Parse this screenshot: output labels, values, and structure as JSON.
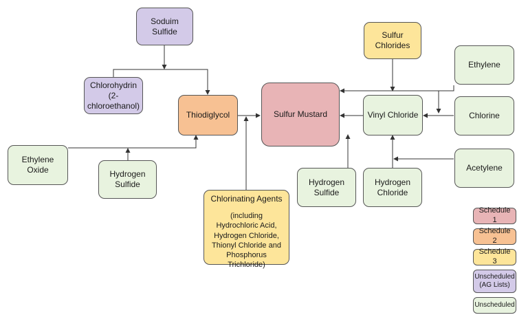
{
  "nodes": {
    "sodium_sulfide": "Soduim Sulfide",
    "chlorohydrin": "Chlorohydrin\n(2-chloroethanol)",
    "thiodiglycol": "Thiodiglycol",
    "sulfur_mustard": "Sulfur Mustard",
    "sulfur_chlorides": "Sulfur\nChlorides",
    "vinyl_chloride": "Vinyl Chloride",
    "ethylene": "Ethylene",
    "chlorine": "Chlorine",
    "acetylene": "Acetylene",
    "ethylene_oxide": "Ethylene Oxide",
    "hydrogen_sulfide_left": "Hydrogen\nSulfide",
    "chlorinating_agents_title": "Chlorinating Agents",
    "chlorinating_agents_detail": "(including\nHydrochloric Acid,\nHydrogen Chloride,\nThionyl Chloride and\nPhosphorus Trichloride)",
    "hydrogen_sulfide_right": "Hydrogen\nSulfide",
    "hydrogen_chloride": "Hydrogen\nChloride"
  },
  "legend": {
    "schedule1": "Schedule 1",
    "schedule2": "Schedule 2",
    "schedule3": "Schedule 3",
    "unscheduled_ag": "Unscheduled\n(AG Lists)",
    "unscheduled": "Unscheduled"
  },
  "colors": {
    "schedule1": "#e8b4b6",
    "schedule2": "#f7c193",
    "schedule3": "#fde59a",
    "unscheduled_ag": "#d3cae8",
    "unscheduled": "#e8f3df",
    "line": "#333333"
  }
}
